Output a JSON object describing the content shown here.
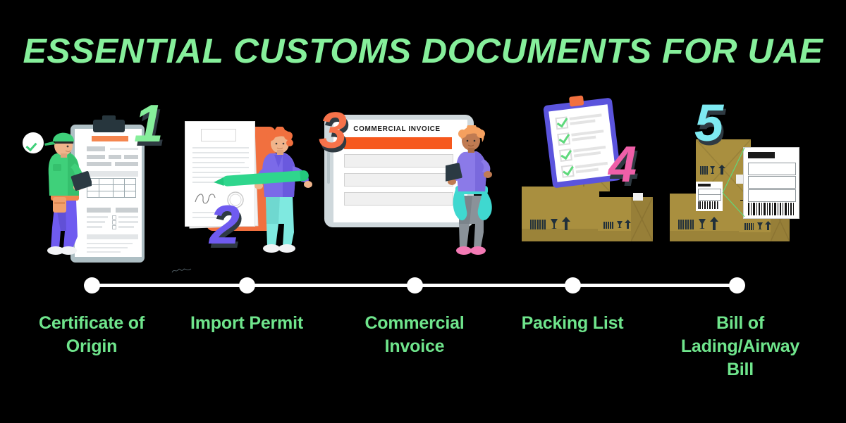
{
  "page": {
    "background_color": "#000000",
    "title": "ESSENTIAL CUSTOMS DOCUMENTS FOR UAE",
    "title_color": "#86ef9b",
    "label_color": "#6fe58c",
    "timeline_color": "#ffffff"
  },
  "steps": [
    {
      "number": "1",
      "number_color": "#86ef9b",
      "label": "Certificate of\nOrigin",
      "label_lines": [
        "Certificate of",
        "Origin"
      ],
      "illustration": "worker-with-clipboard-form",
      "accent_colors": [
        "#3fd07a",
        "#6f5bf0",
        "#f5864f",
        "#27363d"
      ]
    },
    {
      "number": "2",
      "number_color": "#6f5bf0",
      "label": "Import Permit",
      "label_lines": [
        "Import Permit"
      ],
      "illustration": "person-signing-document-with-pen",
      "accent_colors": [
        "#f1703f",
        "#2fd68d",
        "#7b6ae8",
        "#7fe9e0"
      ]
    },
    {
      "number": "3",
      "number_color": "#f6724a",
      "label": "Commercial\nInvoice",
      "label_lines": [
        "Commercial",
        "Invoice"
      ],
      "illustration": "tablet-commercial-invoice-form",
      "document_title": "COMMERCIAL INVOICE",
      "accent_colors": [
        "#f6581d",
        "#cfd8dc",
        "#8b7ae8",
        "#3fd8d0"
      ]
    },
    {
      "number": "4",
      "number_color": "#ef5fa8",
      "label": "Packing List",
      "label_lines": [
        "Packing List"
      ],
      "illustration": "boxes-with-checklist-clipboard",
      "checklist_items": 4,
      "accent_colors": [
        "#5b54dd",
        "#5fd97c",
        "#a98f3f",
        "#f1703f"
      ]
    },
    {
      "number": "5",
      "number_color": "#7eeaf2",
      "label": "Bill of\nLading/Airway\nBill",
      "label_lines": [
        "Bill of",
        "Lading/Airway",
        "Bill"
      ],
      "illustration": "boxes-with-shipping-label-barcode",
      "accent_colors": [
        "#7eeaf2",
        "#a98f3f",
        "#ffffff",
        "#5fd97c"
      ]
    }
  ],
  "timeline": {
    "dot_count": 5,
    "dot_color": "#ffffff",
    "line_color": "#ffffff"
  }
}
